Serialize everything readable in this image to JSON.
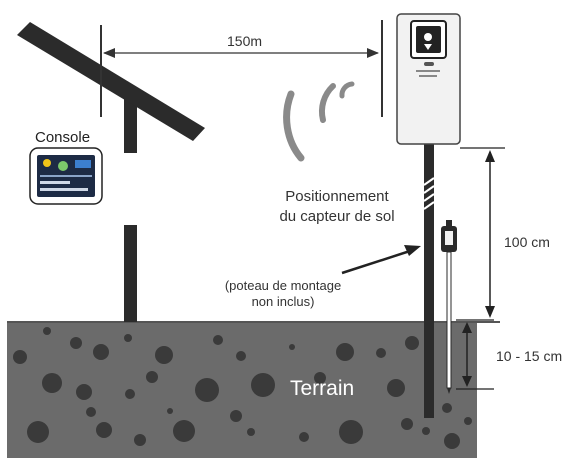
{
  "labels": {
    "distance": "150m",
    "console": "Console",
    "sensor_position_line1": "Positionnement",
    "sensor_position_line2": "du capteur de sol",
    "pole_note_line1": "(poteau de montage",
    "pole_note_line2": "non inclus)",
    "height": "100 cm",
    "depth": "10 - 15 cm",
    "ground": "Terrain"
  },
  "colors": {
    "ground_fill": "#6b6b6b",
    "ground_spots": "#3a3a3a",
    "structure": "#2b2b2b",
    "station_body": "#f2f2f2",
    "station_outline": "#444444",
    "signal_waves": "#8a8a8a",
    "ground_label": "#ffffff"
  },
  "icons": [
    "solar-panel-icon",
    "console-device-icon",
    "signal-waves-icon",
    "weather-station-icon",
    "soil-sensor-probe-icon"
  ]
}
